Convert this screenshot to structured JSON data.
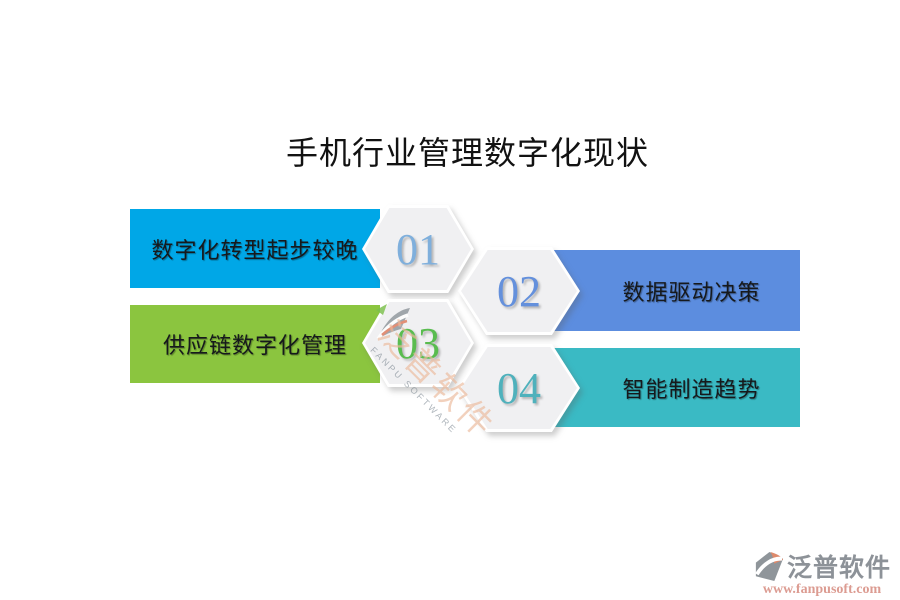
{
  "title": "手机行业管理数字化现状",
  "items": [
    {
      "number": "01",
      "label": "数字化转型起步较晚",
      "banner_color": "#00a7e7",
      "number_color": "#7fafdc",
      "side": "left"
    },
    {
      "number": "02",
      "label": "数据驱动决策",
      "banner_color": "#5c8ddf",
      "number_color": "#6490dc",
      "side": "right"
    },
    {
      "number": "03",
      "label": "供应链数字化管理",
      "banner_color": "#8bc53f",
      "number_color": "#59bc4f",
      "side": "left"
    },
    {
      "number": "04",
      "label": "智能制造趋势",
      "banner_color": "#3abac4",
      "number_color": "#4fb1bc",
      "side": "right"
    }
  ],
  "plate_color": "#f0f0f2",
  "watermark": {
    "brand_cn": "泛普软件",
    "brand_en": "FANPU SOFTWARE"
  },
  "footer": {
    "brand": "泛普软件",
    "url": "www.fanpusoft.com"
  }
}
